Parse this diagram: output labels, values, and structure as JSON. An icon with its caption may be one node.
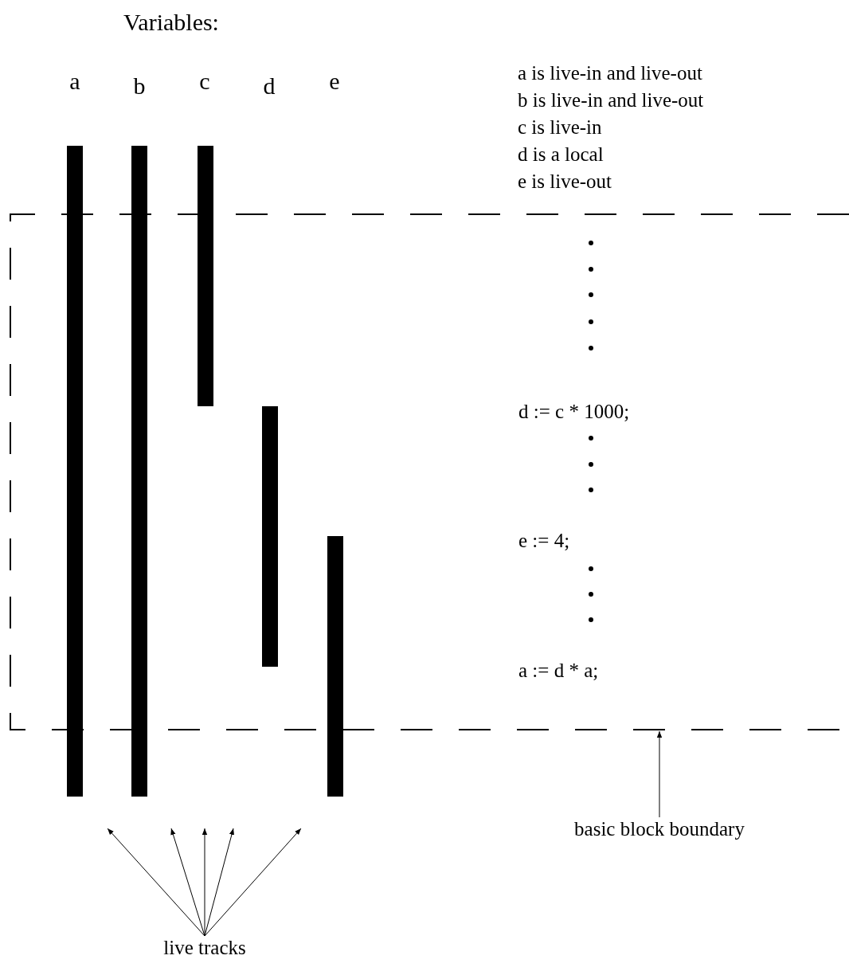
{
  "diagram": {
    "nodes": [
      {
        "text": [],
        "shape": "box"
      },
      {
        "text": [],
        "shape": "bar"
      },
      {
        "text": [],
        "shape": "bar"
      },
      {
        "text": [],
        "shape": "bar"
      },
      {
        "text": [],
        "shape": "bar",
        "in": 0
      },
      {
        "text": [],
        "shape": "bar"
      },
      {
        "text": [
          "basic block boundary"
        ]
      },
      {
        "text": [
          "live tracks"
        ]
      }
    ],
    "edges": [
      {
        "from": 6,
        "to": 0,
        "arrow": "to"
      },
      {
        "from": 7,
        "to": null,
        "arrow": "to"
      },
      {
        "from": 7,
        "to": null,
        "arrow": "to"
      },
      {
        "from": 7,
        "to": null,
        "arrow": "to"
      },
      {
        "from": 7,
        "to": null,
        "arrow": "to"
      },
      {
        "from": 7,
        "to": null,
        "arrow": "to"
      }
    ],
    "labels": [
      "Variables:",
      "a",
      "b",
      "c",
      "d",
      "e",
      "a is live-in and live-out",
      "b is live-in and live-out",
      "c is live-in",
      "d is a local",
      "e is live-out",
      "d := c * 1000;",
      "e := 4;",
      "a := d * a;"
    ]
  }
}
